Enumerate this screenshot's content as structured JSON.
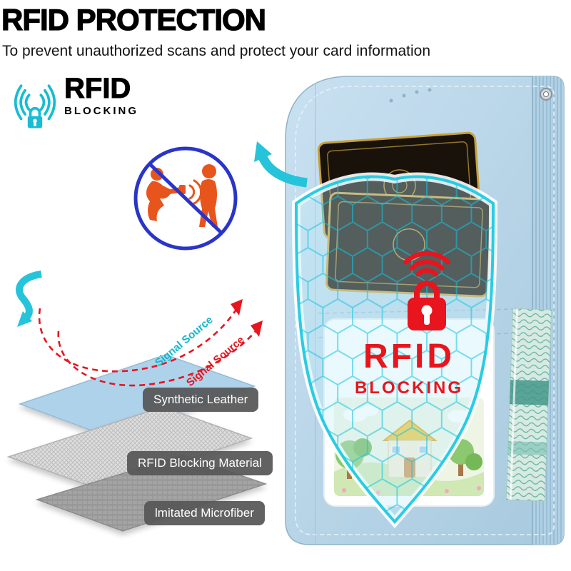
{
  "page": {
    "title": "RFID PROTECTION",
    "subtitle": "To prevent unauthorized scans and protect your card information"
  },
  "logo": {
    "name": "RFID",
    "tagline": "BLOCKING"
  },
  "shield_badge": {
    "title": "RFID",
    "subtitle": "BLOCKING"
  },
  "materials": {
    "items": [
      {
        "label": "Synthetic Leather"
      },
      {
        "label": "RFID Blocking Material"
      },
      {
        "label": "lmitated Microfiber"
      }
    ]
  },
  "signal_labels": {
    "first": "Signal Source",
    "second": "Signal Source"
  },
  "icons": {
    "logo_icon": "rfid-signal-lock-icon",
    "no_scan": "no-skimming-prohibition-icon",
    "arrow_top": "curved-arrow-icon",
    "arrow_left": "curved-arrow-down-icon",
    "shield": "hexagon-shield-overlay-icon",
    "padlock": "padlock-wifi-icon",
    "eyelet": "metal-eyelet-icon"
  },
  "colors": {
    "cyan": "#1ec4dc",
    "red": "#e8141e",
    "orange": "#e8551c",
    "prohibition_blue": "#2a35c8",
    "case_blue": "#b9d4e8",
    "label_bg": "#595959",
    "card_gold": "#c9a13c",
    "money_teal": "#43988a"
  }
}
